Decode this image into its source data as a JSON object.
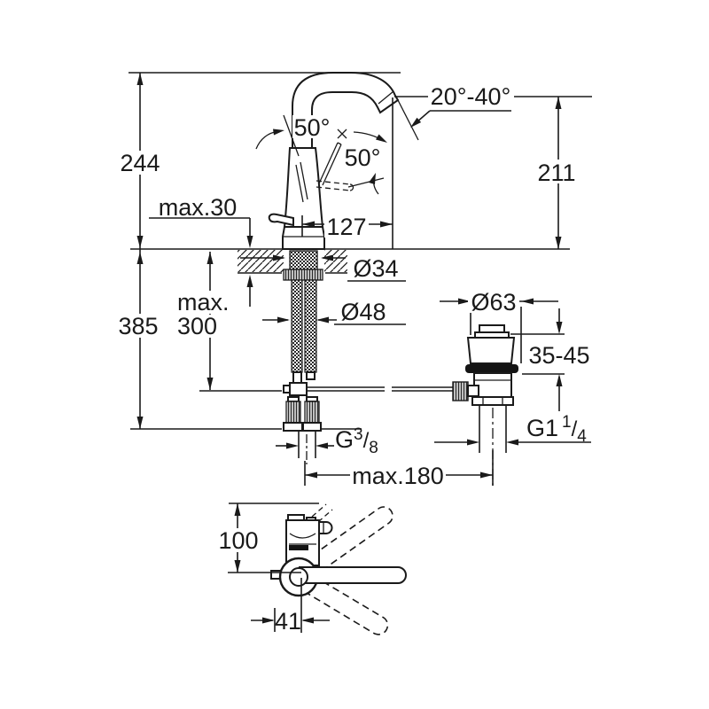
{
  "title": "faucet-installation-dimensional-drawing",
  "front_view": {
    "dim_height_above_deck": "244",
    "dim_deck_thickness_max": "max.30",
    "dim_height_below_deck": "385",
    "dim_hose_length_max_line1": "max.",
    "dim_hose_length_max_line2": "300",
    "dim_spout_swivel_angle": "50°",
    "dim_lever_lift_angle": "50°",
    "dim_spout_tilt_range": "20°-40°",
    "dim_spout_outlet_height": "211",
    "dim_spout_reach": "127",
    "dim_mounting_hole_diameter": "Ø34",
    "dim_base_diameter": "Ø48",
    "dim_waste_flange_diameter": "Ø63",
    "dim_waste_deck_thickness_range": "35-45",
    "dim_faucet_to_waste_max": "max.180",
    "supply_thread": {
      "prefix": "G",
      "numerator": "3",
      "slash": "/",
      "denominator": "8"
    },
    "waste_thread": {
      "prefix": "G1",
      "numerator": "1",
      "slash": "/",
      "denominator": "4"
    }
  },
  "top_view": {
    "dim_body_depth": "100",
    "dim_handle_offset": "41"
  },
  "colors": {
    "line": "#1a1a1a",
    "background": "#ffffff",
    "fill_dark": "#141414"
  }
}
